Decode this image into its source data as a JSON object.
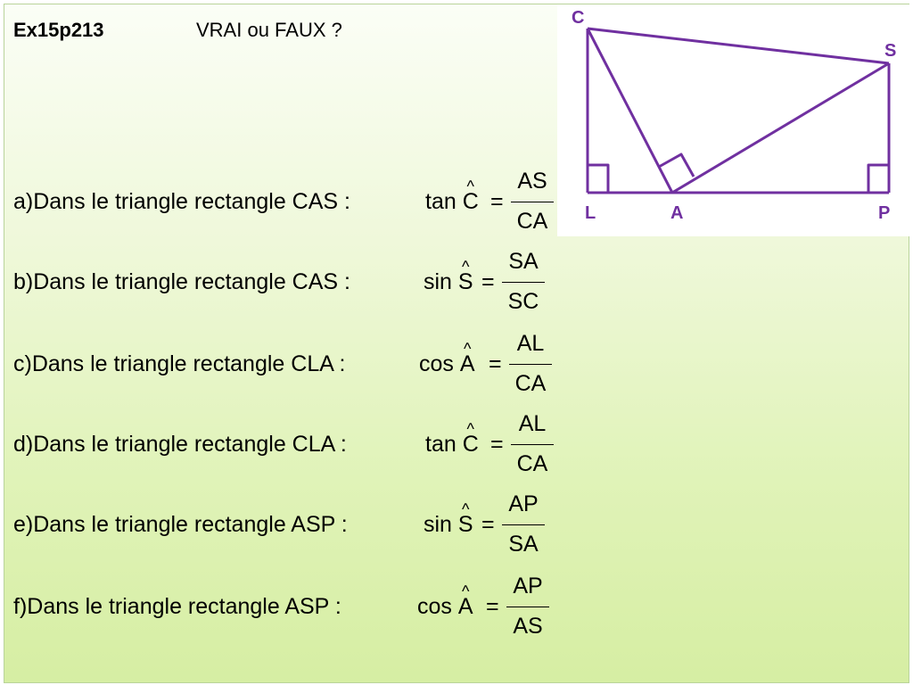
{
  "header": {
    "exercise": "Ex15p213",
    "question": "VRAI ou FAUX ?"
  },
  "items": [
    {
      "label": "a)Dans le triangle rectangle CAS :",
      "func": "tan",
      "angle": "C",
      "num": "AS",
      "den": "CA"
    },
    {
      "label": "b)Dans le triangle rectangle CAS :",
      "func": "sin",
      "angle": "S",
      "num": "SA",
      "den": "SC"
    },
    {
      "label": "c)Dans le triangle rectangle CLA :",
      "func": "cos",
      "angle": "A",
      "num": "AL",
      "den": "CA"
    },
    {
      "label": "d)Dans le triangle rectangle CLA :",
      "func": "tan",
      "angle": "C",
      "num": "AL",
      "den": "CA"
    },
    {
      "label": "e)Dans le triangle rectangle ASP :",
      "func": "sin",
      "angle": "S",
      "num": "AP",
      "den": "SA"
    },
    {
      "label": "f)Dans le triangle rectangle ASP :",
      "func": "cos",
      "angle": "A",
      "num": "AP",
      "den": "AS"
    }
  ],
  "symbols": {
    "hat": "^",
    "equals": "="
  },
  "figure": {
    "points": {
      "C": "C",
      "S": "S",
      "L": "L",
      "A": "A",
      "P": "P"
    },
    "stroke_color": "#7030a0",
    "label_color": "#7030a0"
  }
}
